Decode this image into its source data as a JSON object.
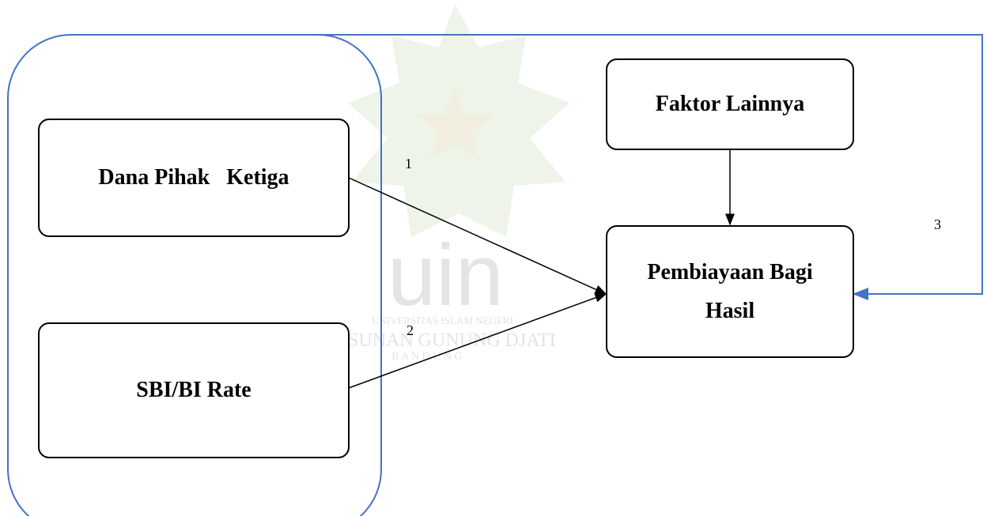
{
  "watermark": {
    "logo_text": "uin",
    "line1": "UNIVERSITAS ISLAM NEGERI",
    "line2": "SUNAN GUNUNG DJATI",
    "line3": "B A N D U N G"
  },
  "nodes": {
    "dpk": "Dana Pihak   Ketiga",
    "sbi": "SBI/BI Rate",
    "faktor": "Faktor Lainnya",
    "pembiayaan_line1": "Pembiayaan Bagi",
    "pembiayaan_line2": "Hasil"
  },
  "edge_labels": {
    "one": "1",
    "two": "2",
    "three": "3"
  },
  "colors": {
    "group_outline": "#4472c4",
    "arrow_black": "#000000",
    "arrow_blue": "#4472c4",
    "watermark_logo": "#e6ecd9"
  }
}
